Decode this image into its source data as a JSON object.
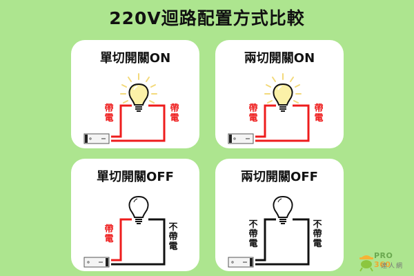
{
  "title": "220V迴路配置方式比較",
  "colors": {
    "background": "#ade58f",
    "panel": "#ffffff",
    "live_wire": "#ee1c1c",
    "dead_wire": "#111111",
    "bulb_on_fill": "#fbf1a8",
    "bulb_rays": "#f3d97a"
  },
  "panels": [
    {
      "title": "單切開關ON",
      "state": "on",
      "left_label": [
        "帶",
        "電"
      ],
      "left_label_color": "red",
      "right_label": [
        "帶",
        "電"
      ],
      "right_label_color": "red",
      "bulb_icon": "lightbulb-on-icon",
      "switch_icon": "rocker-switch-icon"
    },
    {
      "title": "兩切開關ON",
      "state": "on",
      "left_label": [
        "帶",
        "電"
      ],
      "left_label_color": "red",
      "right_label": [
        "帶",
        "電"
      ],
      "right_label_color": "red",
      "bulb_icon": "lightbulb-on-icon",
      "switch_icon": "rocker-switch-icon"
    },
    {
      "title": "單切開關OFF",
      "state": "off",
      "left_label": [
        "帶",
        "電"
      ],
      "left_label_color": "red",
      "right_label": [
        "不",
        "帶",
        "電"
      ],
      "right_label_color": "black",
      "bulb_icon": "lightbulb-off-icon",
      "switch_icon": "rocker-switch-icon"
    },
    {
      "title": "兩切開關OFF",
      "state": "off",
      "left_label": [
        "不",
        "帶",
        "電"
      ],
      "left_label_color": "black",
      "right_label": [
        "不",
        "帶",
        "電"
      ],
      "right_label_color": "black",
      "bulb_icon": "lightbulb-off-icon",
      "switch_icon": "rocker-switch-icon"
    }
  ],
  "logo": {
    "brand": "PRO",
    "brand_num": "360",
    "subtitle": "達人網"
  }
}
